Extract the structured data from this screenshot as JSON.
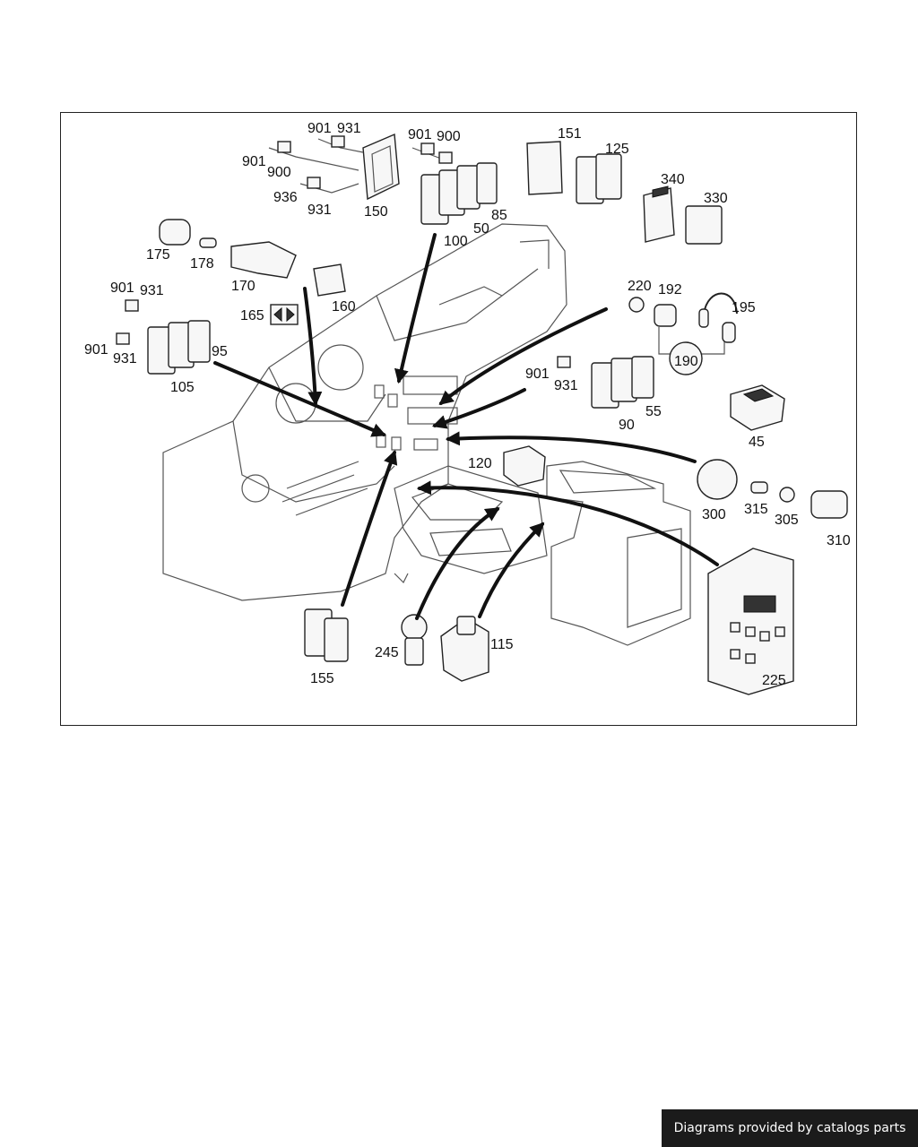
{
  "diagram": {
    "part_labels": {
      "p901a": "901",
      "p931a": "931",
      "p901b": "901",
      "p900a": "900",
      "p901c": "901",
      "p900b": "900",
      "p936": "936",
      "p931b": "931",
      "p150": "150",
      "p100": "100",
      "p50": "50",
      "p85": "85",
      "p151": "151",
      "p125": "125",
      "p340": "340",
      "p330": "330",
      "p175": "175",
      "p178": "178",
      "p170": "170",
      "p165": "165",
      "p160": "160",
      "p901d": "901",
      "p931c": "931",
      "p901e": "901",
      "p931d": "931",
      "p95": "95",
      "p105": "105",
      "p220": "220",
      "p192": "192",
      "p195": "195",
      "p190": "190",
      "p901f": "901",
      "p931e": "931",
      "p90": "90",
      "p55": "55",
      "p45": "45",
      "p120": "120",
      "p300": "300",
      "p315": "315",
      "p305": "305",
      "p310": "310",
      "p155": "155",
      "p245": "245",
      "p115": "115",
      "p225": "225"
    }
  },
  "footer": {
    "text": "Diagrams provided by catalogs parts"
  }
}
